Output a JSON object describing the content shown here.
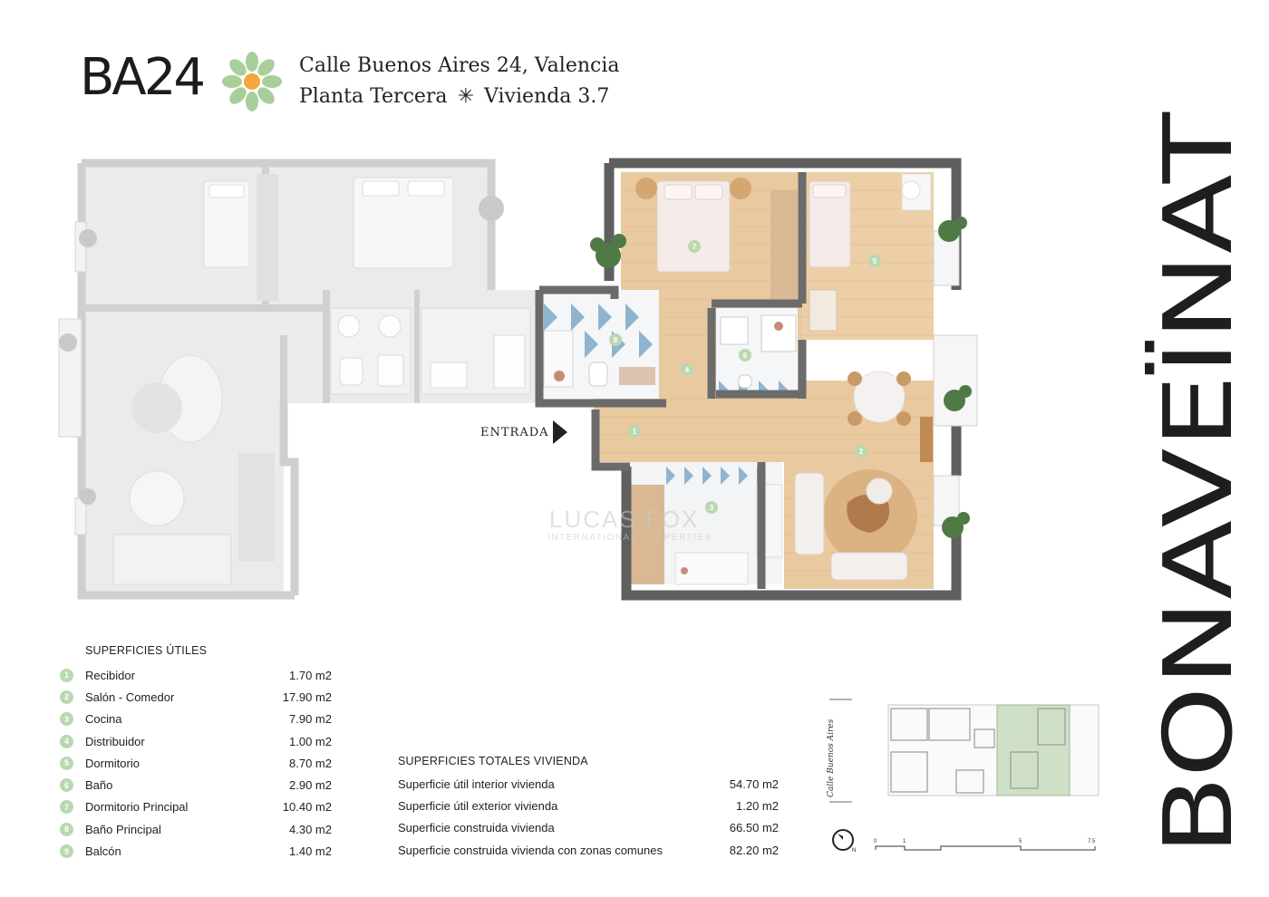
{
  "header": {
    "logo": "BA24",
    "address_line1": "Calle Buenos Aires 24, Valencia",
    "address_line2_a": "Planta Tercera",
    "address_separator": "✳",
    "address_line2_b": "Vivienda 3.7",
    "flower_icon": "flower-logo-icon"
  },
  "brand": "BONAVEÏNAT",
  "plan": {
    "entrance_label": "ENTRADA",
    "watermark_main": "LUCAS FOX",
    "watermark_sub": "INTERNATIONAL PROPERTIES"
  },
  "superficies_utiles": {
    "title": "SUPERFICIES ÚTILES",
    "rooms": [
      {
        "num": "1",
        "name": "Recibidor",
        "area": "1.70 m2"
      },
      {
        "num": "2",
        "name": "Salón - Comedor",
        "area": "17.90 m2"
      },
      {
        "num": "3",
        "name": "Cocina",
        "area": "7.90 m2"
      },
      {
        "num": "4",
        "name": "Distribuidor",
        "area": "1.00 m2"
      },
      {
        "num": "5",
        "name": "Dormitorio",
        "area": "8.70 m2"
      },
      {
        "num": "6",
        "name": "Baño",
        "area": "2.90 m2"
      },
      {
        "num": "7",
        "name": "Dormitorio Principal",
        "area": "10.40 m2"
      },
      {
        "num": "8",
        "name": "Baño Principal",
        "area": "4.30 m2"
      },
      {
        "num": "9",
        "name": "Balcón",
        "area": "1.40 m2"
      }
    ]
  },
  "superficies_totales": {
    "title": "SUPERFICIES TOTALES VIVIENDA",
    "rows": [
      {
        "label": "Superficie útil interior vivienda",
        "value": "54.70 m2"
      },
      {
        "label": "Superficie útil exterior vivienda",
        "value": "1.20 m2"
      },
      {
        "label": "Superficie construida vivienda",
        "value": "66.50 m2"
      },
      {
        "label": "Superficie construida vivienda con zonas comunes",
        "value": "82.20 m2"
      }
    ]
  },
  "key_plan": {
    "street": "Calle Buenos Aires",
    "compass_label": "N",
    "scale_ticks": [
      "0",
      "1",
      "5",
      "7.5"
    ]
  },
  "colors": {
    "wood": "#e9c9a0",
    "wall_dark": "#5f5f5f",
    "wall_light": "#cfcfcf",
    "tile_blue": "#8fb4cf",
    "badge_green": "#b9d8b0",
    "plant_green": "#4f7a45"
  }
}
